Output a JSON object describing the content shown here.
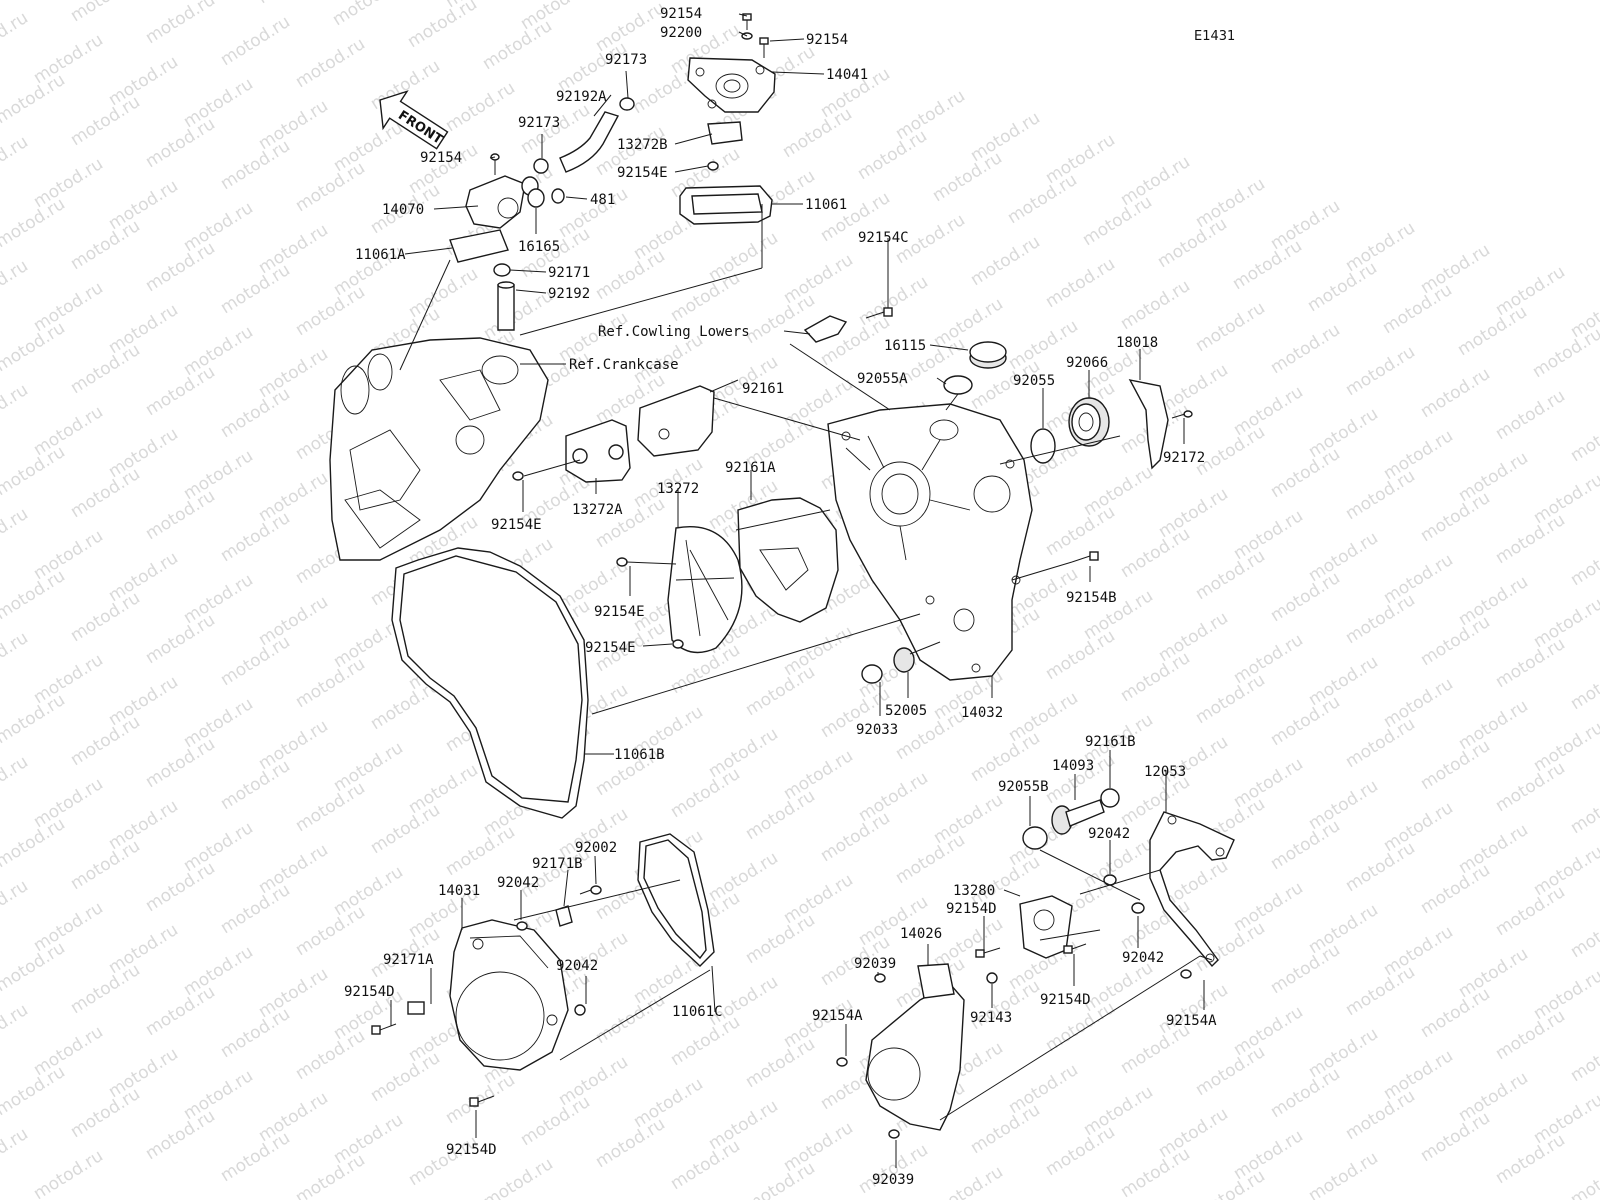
{
  "diagram_code": "E1431",
  "front_arrow_label": "FRONT",
  "watermark_text": "motod.ru",
  "colors": {
    "line": "#1a1a1a",
    "watermark": "#d9d9d9",
    "background": "#ffffff"
  },
  "references": {
    "cowling": "Ref.Cowling Lowers",
    "crankcase": "Ref.Crankcase"
  },
  "parts": {
    "p92154_top": "92154",
    "p92200": "92200",
    "p92154_right": "92154",
    "p14041": "14041",
    "p92173_a": "92173",
    "p92192A": "92192A",
    "p92173_b": "92173",
    "p13272B": "13272B",
    "p92154E_top": "92154E",
    "p92154_left": "92154",
    "p14070": "14070",
    "p481": "481",
    "p11061": "11061",
    "p16165": "16165",
    "p11061A": "11061A",
    "p92171": "92171",
    "p92192": "92192",
    "p92154C": "92154C",
    "p16115": "16115",
    "p18018": "18018",
    "p92055A": "92055A",
    "p92055": "92055",
    "p92066": "92066",
    "p92161": "92161",
    "p92172": "92172",
    "p92161A": "92161A",
    "p13272": "13272",
    "p92154E_mid": "92154E",
    "p13272A": "13272A",
    "p92154B": "92154B",
    "p92154E_low": "92154E",
    "p92154E_bottom": "92154E",
    "p52005": "52005",
    "p14032": "14032",
    "p92033": "92033",
    "p11061B": "11061B",
    "p92161B": "92161B",
    "p14093": "14093",
    "p12053": "12053",
    "p92055B": "92055B",
    "p92042_right_top": "92042",
    "p92002": "92002",
    "p92171B": "92171B",
    "p92042_left_top": "92042",
    "p14031": "14031",
    "p13280": "13280",
    "p92154D_right_top": "92154D",
    "p14026": "14026",
    "p92042_right_bottom": "92042",
    "p92171A": "92171A",
    "p92042_left_mid": "92042",
    "p92039_top": "92039",
    "p92154D_left": "92154D",
    "p11061C": "11061C",
    "p92143": "92143",
    "p92154D_right_mid": "92154D",
    "p92154A_left": "92154A",
    "p92154A_right": "92154A",
    "p92154D_bottom": "92154D",
    "p92039_bottom": "92039"
  }
}
